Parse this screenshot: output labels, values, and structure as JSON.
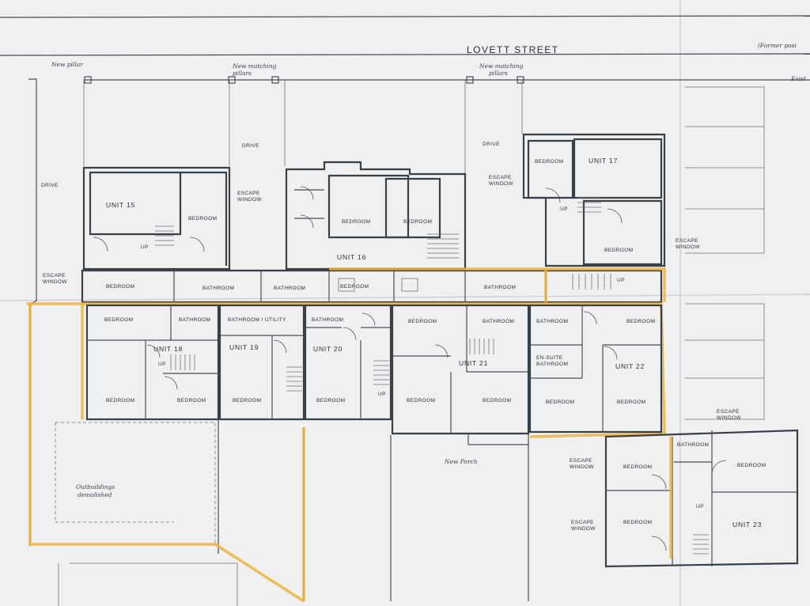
{
  "street": "LOVETT STREET",
  "notes": {
    "former": "(Former posi",
    "existing": "Exist",
    "new_pillar": "New pillar",
    "new_matching_pillars_1": [
      "New matching",
      "pillars"
    ],
    "new_matching_pillars_2": [
      "New matching",
      "pillars"
    ],
    "new_porch": "New Porch",
    "outbuildings": [
      "Outbuildings",
      "demolished"
    ]
  },
  "units": {
    "u15": "UNIT 15",
    "u16": "UNIT 16",
    "u17": "UNIT 17",
    "u18": "UNIT 18",
    "u19": "UNIT 19",
    "u20": "UNIT 20",
    "u21": "UNIT 21",
    "u22": "UNIT 22",
    "u23": "UNIT 23"
  },
  "labels": {
    "drive": "DRIVE",
    "bedroom": "BEDROOM",
    "bathroom": "BATHROOM",
    "bathroom_utility": "BATHROOM / UTILITY",
    "ensuite": [
      "EN-SUITE",
      "BATHROOM"
    ],
    "escape_window": [
      "ESCAPE",
      "WINDOW"
    ],
    "up": "UP"
  }
}
